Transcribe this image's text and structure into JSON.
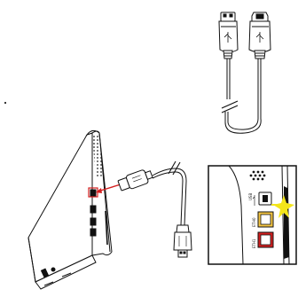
{
  "figure": {
    "callout": {
      "port_labels": {
        "usb": "USB",
        "eth0": "ETH0",
        "eth1": "ETH1"
      },
      "colors": {
        "usb_highlight": "#f3e51a",
        "eth0_highlight": "#f4c542",
        "eth1_highlight": "#d42020"
      }
    },
    "connector_color": "#d42020",
    "icons": [
      "usb-a-plug-icon",
      "usb-b-plug-icon",
      "usb-symbol-icon",
      "pointer-arrow-icon"
    ]
  }
}
